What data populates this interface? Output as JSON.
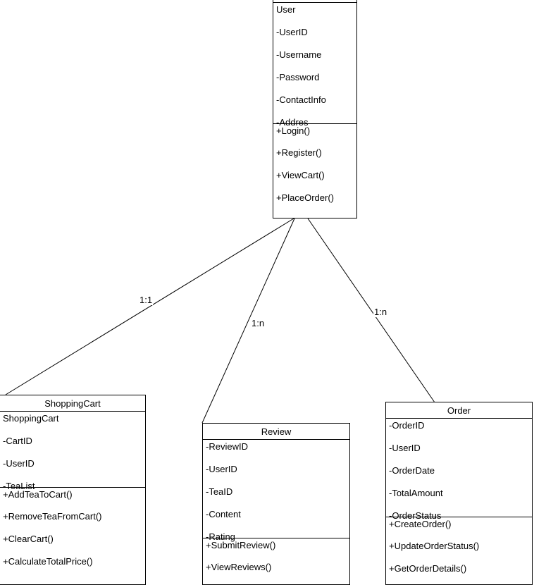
{
  "classes": {
    "user": {
      "title": "User",
      "attributes": [
        "-UserID",
        "-Username",
        "-Password",
        "-ContactInfo",
        "-Addres"
      ],
      "methods": [
        "+Login()",
        "+Register()",
        "+ViewCart()",
        "+PlaceOrder()"
      ]
    },
    "shopping_cart": {
      "name": "ShoppingCart",
      "title": "ShoppingCart",
      "attributes": [
        "-CartID",
        "-UserID",
        "-TeaList"
      ],
      "methods": [
        "+AddTeaToCart()",
        "+RemoveTeaFromCart()",
        "+ClearCart()",
        "+CalculateTotalPrice()"
      ]
    },
    "review": {
      "name": "Review",
      "attributes": [
        "-ReviewID",
        "-UserID",
        "-TeaID",
        "-Content",
        "-Rating"
      ],
      "methods": [
        "+SubmitReview()",
        "+ViewReviews()"
      ]
    },
    "order": {
      "name": "Order",
      "attributes": [
        "-OrderID",
        "-UserID",
        "-OrderDate",
        "-TotalAmount",
        "-OrderStatus"
      ],
      "methods": [
        "+CreateOrder()",
        "+UpdateOrderStatus()",
        "+GetOrderDetails()"
      ]
    }
  },
  "associations": {
    "user_cart": "1:1",
    "user_review": "1:n",
    "user_order": "1:n"
  }
}
